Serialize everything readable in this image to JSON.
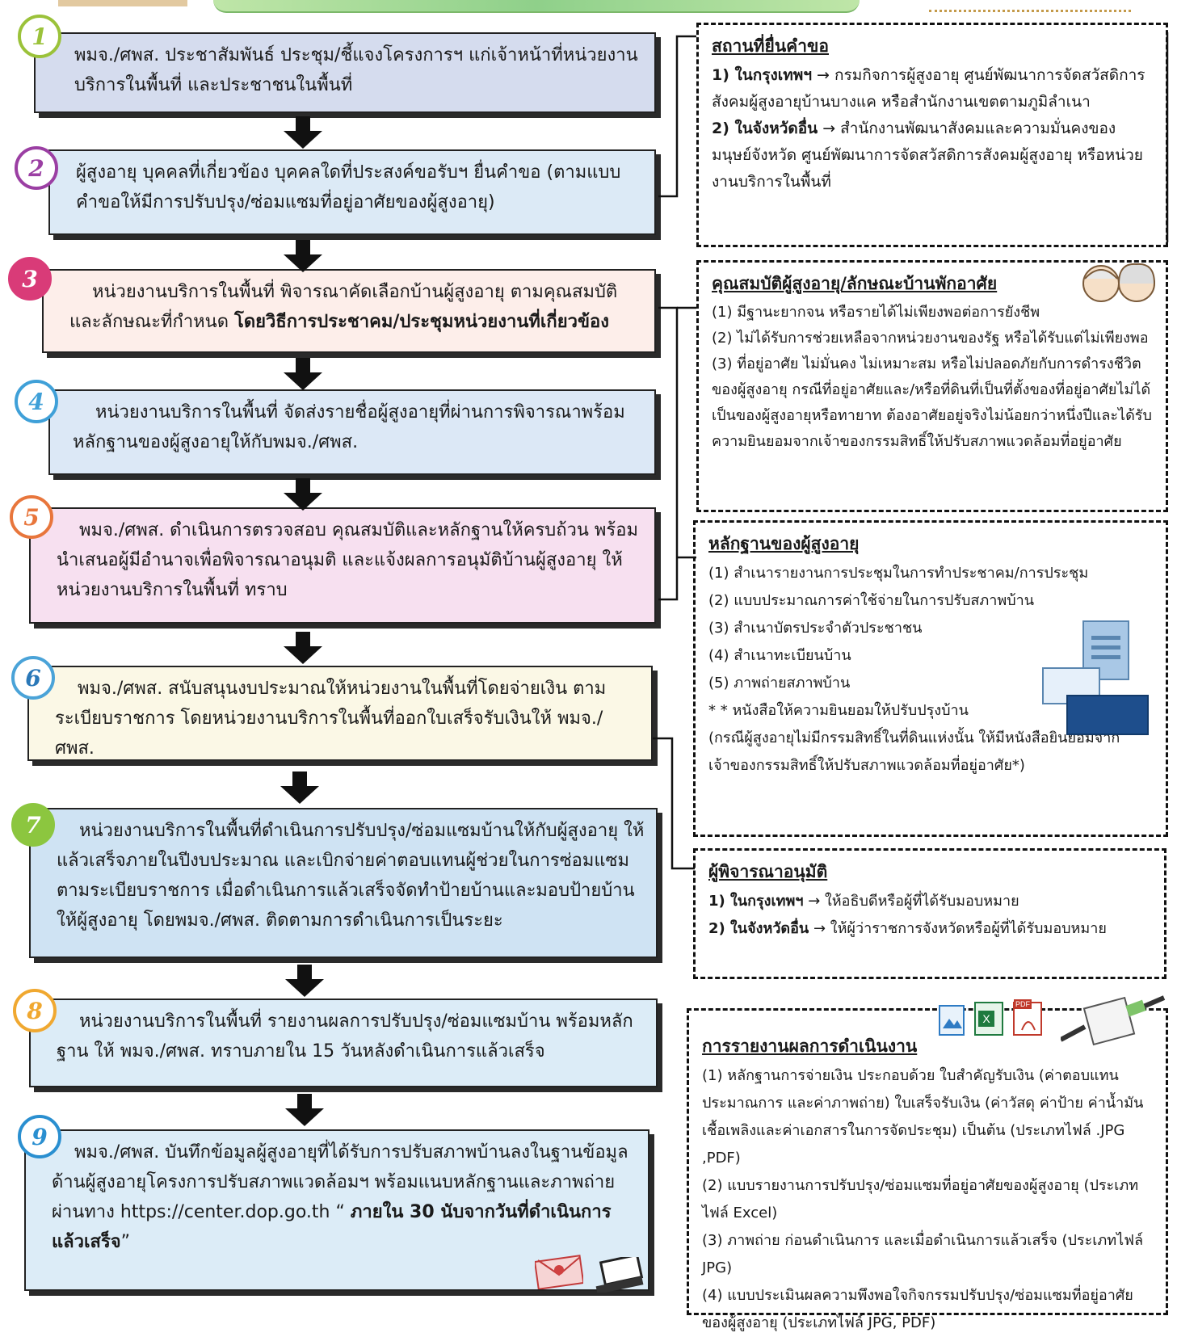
{
  "steps": [
    {
      "num": "1",
      "text": "พมจ./ศพส. ประชาสัมพันธ์ ประชุม/ชี้แจงโครงการฯ แก่เจ้าหน้าที่หน่วยงานบริการในพื้นที่ และประชาชนในพื้นที่"
    },
    {
      "num": "2",
      "text": "ผู้สูงอายุ บุคคลที่เกี่ยวข้อง บุคคลใดที่ประสงค์ขอรับฯ ยื่นคำขอ (ตามแบบคำขอให้มีการปรับปรุง/ซ่อมแซมที่อยู่อาศัยของผู้สูงอายุ)"
    },
    {
      "num": "3",
      "text": "หน่วยงานบริการในพื้นที่ พิจารณาคัดเลือกบ้านผู้สูงอายุ ตามคุณสมบัติและลักษณะที่กำหนด ",
      "bold": "โดยวิธีการประชาคม/ประชุมหน่วยงานที่เกี่ยวข้อง"
    },
    {
      "num": "4",
      "text": "หน่วยงานบริการในพื้นที่ จัดส่งรายชื่อผู้สูงอายุที่ผ่านการพิจารณาพร้อมหลักฐานของผู้สูงอายุให้กับพมจ./ศพส."
    },
    {
      "num": "5",
      "text": "พมจ./ศพส. ดำเนินการตรวจสอบ คุณสมบัติและหลักฐานให้ครบถ้วน พร้อมนำเสนอผู้มีอำนาจเพื่อพิจารณาอนุมติ และแจ้งผลการอนุมัติบ้านผู้สูงอายุ ให้หน่วยงานบริการในพื้นที่ ทราบ"
    },
    {
      "num": "6",
      "text": "พมจ./ศพส. สนับสนุนงบประมาณให้หน่วยงานในพื้นที่โดยจ่ายเงิน ตามระเบียบราชการ โดยหน่วยงานบริการในพื้นที่ออกใบเสร็จรับเงินให้ พมจ./ศพส."
    },
    {
      "num": "7",
      "text": "หน่วยงานบริการในพื้นที่ดำเนินการปรับปรุง/ซ่อมแซมบ้านให้กับผู้สูงอายุ ให้แล้วเสร็จภายในปีงบประมาณ และเบิกจ่ายค่าตอบแทนผู้ช่วยในการซ่อมแซม ตามระเบียบราชการ เมื่อดำเนินการแล้วเสร็จจัดทำป้ายบ้านและมอบป้ายบ้าน ให้ผู้สูงอายุ โดยพมจ./ศพส. ติดตามการดำเนินการเป็นระยะ"
    },
    {
      "num": "8",
      "text": "หน่วยงานบริการในพื้นที่ รายงานผลการปรับปรุง/ซ่อมแซมบ้าน พร้อมหลักฐาน ให้ พมจ./ศพส. ทราบภายใน 15 วันหลังดำเนินการแล้วเสร็จ"
    },
    {
      "num": "9",
      "text": "พมจ./ศพส. บันทึกข้อมูลผู้สูงอายุที่ได้รับการปรับสภาพบ้านลงในฐานข้อมูล ด้านผู้สูงอายุโครงการปรับสภาพแวดล้อมฯ พร้อมแนบหลักฐานและภาพถ่าย ผ่านทาง https://center.dop.go.th “ ",
      "bold": "ภายใน 30 นับจากวันที่ดำเนินการแล้วเสร็จ",
      "tail": "”"
    }
  ],
  "panels": {
    "location": {
      "title": "สถานที่ยื่นคำขอ",
      "b1": "1) ในกรุงเทพฯ",
      "t1": "กรมกิจการผู้สูงอายุ ศูนย์พัฒนาการจัดสวัสดิการสังคมผู้สูงอายุบ้านบางแค หรือสำนักงานเขตตามภูมิลำเนา",
      "b2": "2) ในจังหวัดอื่น",
      "t2": "สำนักงานพัฒนาสังคมและความมั่นคงของมนุษย์จังหวัด ศูนย์พัฒนาการจัดสวัสดิการสังคมผู้สูงอายุ หรือหน่วยงานบริการในพื้นที่"
    },
    "qualification": {
      "title": "คุณสมบัติผู้สูงอายุ/ลักษณะบ้านพักอาศัย",
      "items": [
        "(1) มีฐานะยากจน หรือรายได้ไม่เพียงพอต่อการยังชีพ",
        "(2) ไม่ได้รับการช่วยเหลือจากหน่วยงานของรัฐ หรือได้รับแต่ไม่เพียงพอ",
        "(3) ที่อยู่อาศัย ไม่มั่นคง ไม่เหมาะสม หรือไม่ปลอดภัยกับการดำรงชีวิตของผู้สูงอายุ กรณีที่อยู่อาศัยและ/หรือที่ดินที่เป็นที่ตั้งของที่อยู่อาศัยไม่ได้เป็นของผู้สูงอายุหรือทายาท ต้องอาศัยอยู่จริงไม่น้อยกว่าหนึ่งปีและได้รับความยินยอมจากเจ้าของกรรมสิทธิ์ให้ปรับสภาพแวดล้อมที่อยู่อาศัย"
      ]
    },
    "evidence": {
      "title": "หลักฐานของผู้สูงอายุ",
      "items": [
        "(1) สำเนารายงานการประชุมในการทำประชาคม/การประชุม",
        "(2) แบบประมาณการค่าใช้จ่ายในการปรับสภาพบ้าน",
        "(3) สำเนาบัตรประจำตัวประชาชน",
        "(4) สำเนาทะเบียนบ้าน",
        "(5) ภาพถ่ายสภาพบ้าน",
        "* * หนังสือให้ความยินยอมให้ปรับปรุงบ้าน",
        "(กรณีผู้สูงอายุไม่มีกรรมสิทธิ์ในที่ดินแห่งนั้น ให้มีหนังสือยินยอมจากเจ้าของกรรมสิทธิ์ให้ปรับสภาพแวดล้อมที่อยู่อาศัย*)"
      ]
    },
    "approver": {
      "title": "ผู้พิจารณาอนุมัติ",
      "b1": "1) ในกรุงเทพฯ",
      "t1": "ให้อธิบดีหรือผู้ที่ได้รับมอบหมาย",
      "b2": "2) ในจังหวัดอื่น",
      "t2": "ให้ผู้ว่าราชการจังหวัดหรือผู้ที่ได้รับมอบหมาย"
    },
    "report": {
      "title": "การรายงานผลการดำเนินงาน",
      "items": [
        "(1) หลักฐานการจ่ายเงิน ประกอบด้วย ใบสำคัญรับเงิน (ค่าตอบแทนประมาณการ และค่าภาพถ่าย) ใบเสร็จรับเงิน (ค่าวัสดุ ค่าป้าย ค่าน้ำมันเชื้อเพลิงและค่าเอกสารในการจัดประชุม) เป็นต้น (ประเภทไฟล์ .JPG ,PDF)",
        "(2) แบบรายงานการปรับปรุง/ซ่อมแซมที่อยู่อาศัยของผู้สูงอายุ (ประเภทไฟล์ Excel)",
        "(3) ภาพถ่าย ก่อนดำเนินการ และเมื่อดำเนินการแล้วเสร็จ (ประเภทไฟล์ JPG)",
        "(4) แบบประเมินผลความพึงพอใจกิจกรรมปรับปรุง/ซ่อมแซมที่อยู่อาศัยของผู้สูงอายุ (ประเภทไฟล์ JPG, PDF)"
      ]
    }
  },
  "icons": {
    "excel_letter": "X",
    "pdf_label": "PDF"
  },
  "colors": {
    "step_fills": [
      "#d5dcee",
      "#dceaf6",
      "#fdeeea",
      "#dce8f6",
      "#f7e0f0",
      "#fbf8e6",
      "#cfe3f3",
      "#dcecf7",
      "#dcecf7"
    ],
    "badge_colors": [
      "#9bc23a",
      "#9b3fa3",
      "#d93b78",
      "#3fa0d8",
      "#e8763c",
      "#4aa3d8",
      "#8cc63f",
      "#f0a830",
      "#2a8fd0"
    ]
  }
}
